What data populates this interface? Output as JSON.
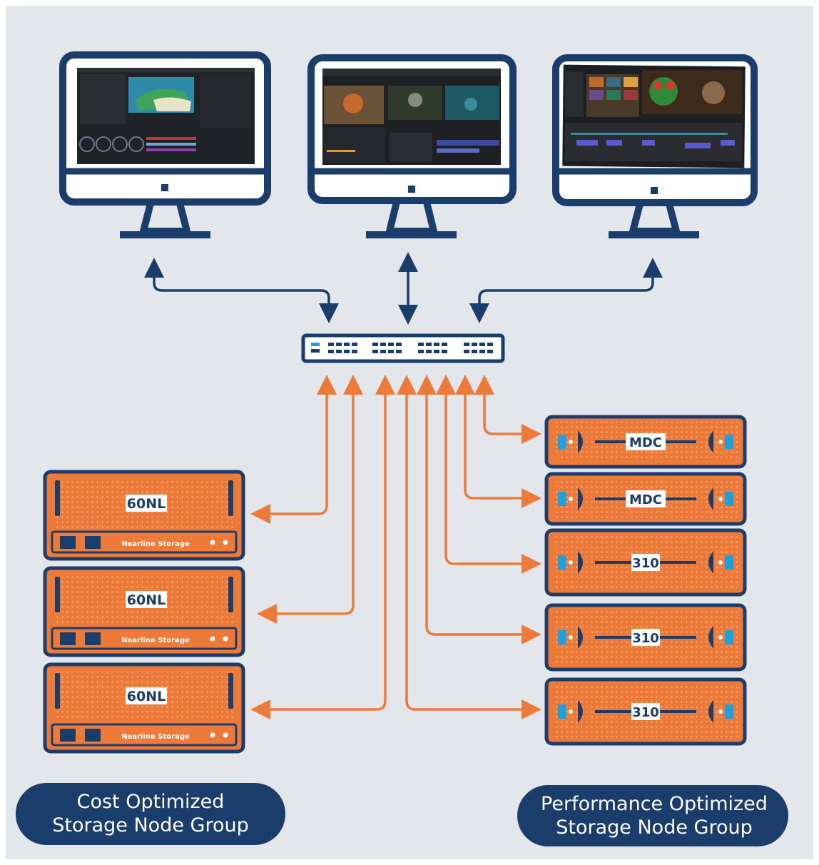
{
  "monitors": [
    {
      "name": "monitor-1",
      "app": "color-grading-software"
    },
    {
      "name": "monitor-2",
      "app": "video-editing-software"
    },
    {
      "name": "monitor-3",
      "app": "media-asset-software"
    }
  ],
  "switch": {
    "icon": "network-switch-icon"
  },
  "nearline_nodes": [
    {
      "label": "60NL",
      "sublabel": "Nearline Storage"
    },
    {
      "label": "60NL",
      "sublabel": "Nearline Storage"
    },
    {
      "label": "60NL",
      "sublabel": "Nearline Storage"
    }
  ],
  "performance_nodes": [
    {
      "label": "MDC"
    },
    {
      "label": "MDC"
    },
    {
      "label": "310"
    },
    {
      "label": "310"
    },
    {
      "label": "310"
    }
  ],
  "groups": {
    "cost": {
      "line1": "Cost Optimized",
      "line2": "Storage Node Group"
    },
    "performance": {
      "line1": "Performance Optimized",
      "line2": "Storage Node Group"
    }
  },
  "colors": {
    "navy": "#1b3d6b",
    "orange": "#ee7a3a",
    "background": "#e3e7ec",
    "accent_blue": "#1ea0dc"
  }
}
